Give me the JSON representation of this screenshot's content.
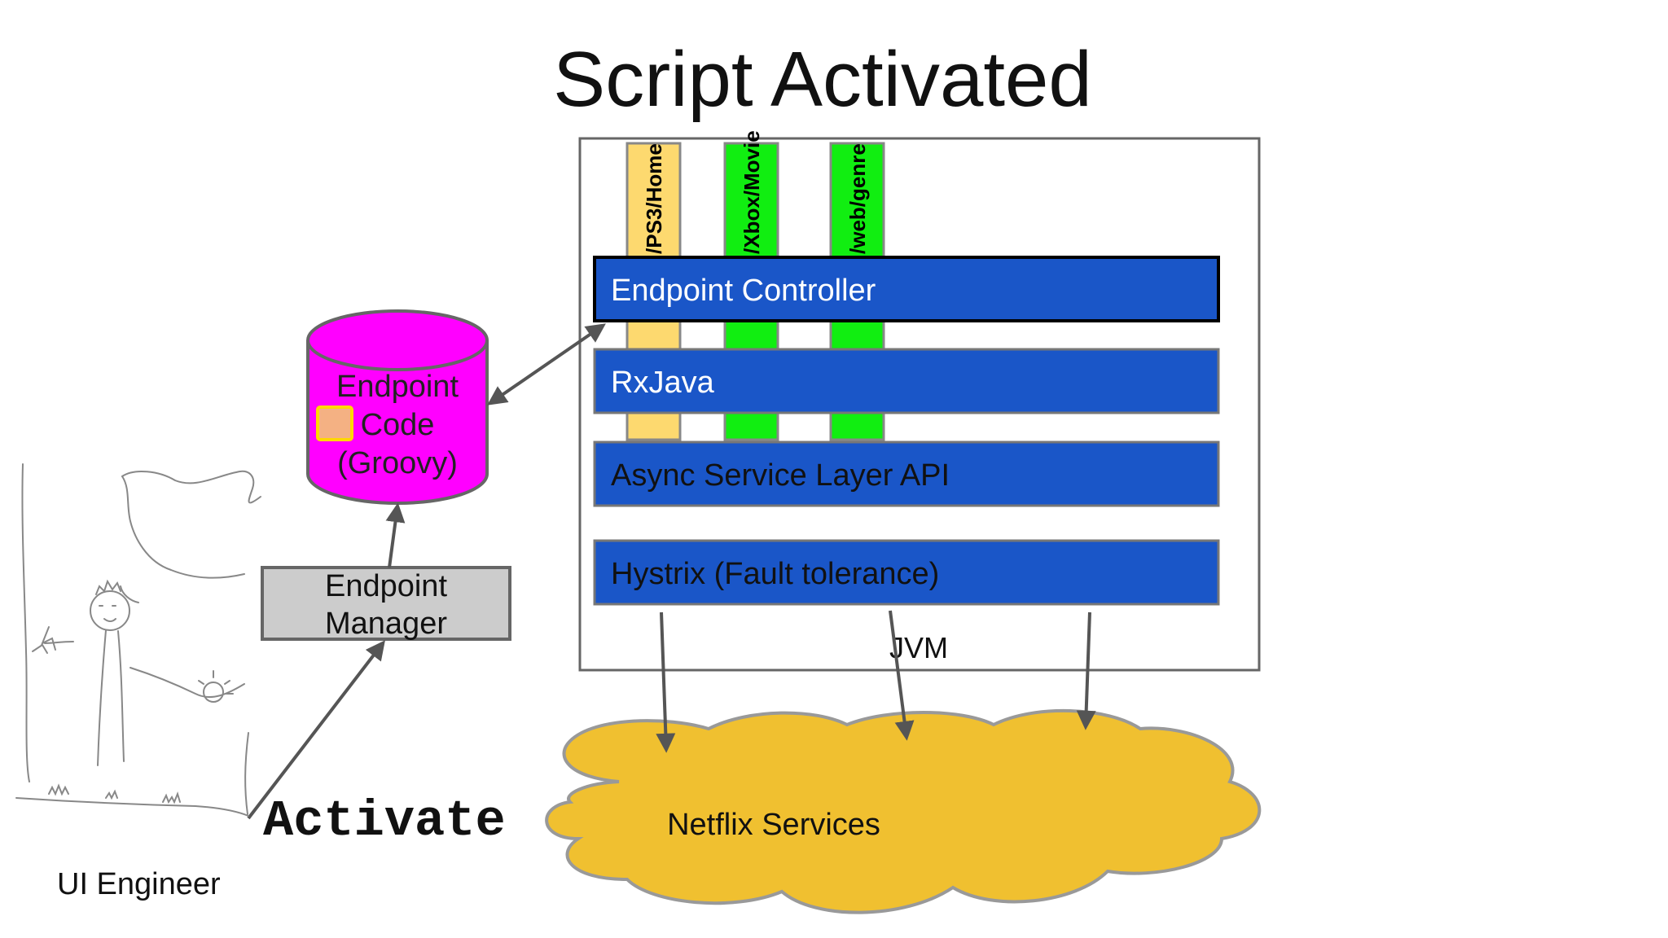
{
  "title": "Script Activated",
  "endpoints": [
    "/PS3/Home",
    "/Xbox/Movie",
    "/web/genre"
  ],
  "layers": [
    "Endpoint Controller",
    "RxJava",
    "Async Service Layer API",
    "Hystrix (Fault tolerance)"
  ],
  "jvm_label": "JVM",
  "database": {
    "lines": [
      "Endpoint",
      "Code",
      "(Groovy)"
    ]
  },
  "manager": {
    "lines": [
      "Endpoint",
      "Manager"
    ]
  },
  "activate_label": "Activate",
  "services_label": "Netflix Services",
  "engineer_label": "UI Engineer",
  "colors": {
    "layer_fill": "#1a56c8",
    "ps3_column": "#fdd96f",
    "green_column": "#11ee11",
    "database_fill": "#ff00ff",
    "manager_fill": "#cccccc",
    "cloud_fill": "#f0c030",
    "code_icon": "#f4b183",
    "code_icon_border": "#ffd700"
  }
}
